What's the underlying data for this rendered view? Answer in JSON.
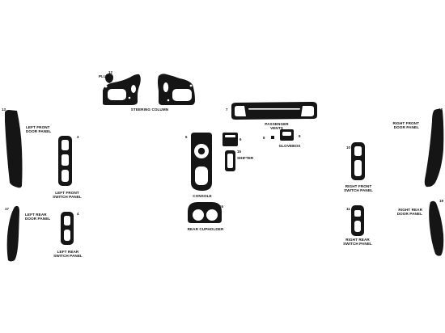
{
  "colors": {
    "part_fill": "#151515",
    "cutout_fill": "#ffffff",
    "label_text": "#111111",
    "background": "#ffffff"
  },
  "parts": {
    "plug": {
      "number": "12",
      "label": "PLUG"
    },
    "steering_column": {
      "number_left": "1",
      "number_right": "2",
      "label": "STEERING COLUMN"
    },
    "passenger_vents": {
      "number": "7",
      "label": "PASSENGER VENTS"
    },
    "glovebox": {
      "number_left": "8",
      "number_right": "9",
      "label": "GLOVEBOX"
    },
    "shifter": {
      "number_top": "6",
      "number_bottom": "15",
      "label": "SHIFTER"
    },
    "console": {
      "number": "5",
      "label": "CONSOLE"
    },
    "rear_cupholder": {
      "number": "16",
      "label": "REAR CUPHOLDER"
    },
    "left_front_door": {
      "number": "13",
      "label": "LEFT FRONT\nDOOR PANEL"
    },
    "left_rear_door": {
      "number": "17",
      "label": "LEFT REAR\nDOOR PANEL"
    },
    "left_front_switch": {
      "number": "3",
      "label": "LEFT FRONT\nSWITCH PANEL"
    },
    "left_rear_switch": {
      "number": "4",
      "label": "LEFT REAR\nSWITCH PANEL"
    },
    "right_front_switch": {
      "number": "10",
      "label": "RIGHT FRONT\nSWITCH PANEL"
    },
    "right_rear_switch": {
      "number": "11",
      "label": "RIGHT REAR\nSWITCH PANEL"
    },
    "right_front_door": {
      "number": "18",
      "label": "RIGHT FRONT\nDOOR PANEL"
    },
    "right_rear_door": {
      "number": "19",
      "label": "RIGHT REAR\nDOOR PANEL"
    }
  }
}
